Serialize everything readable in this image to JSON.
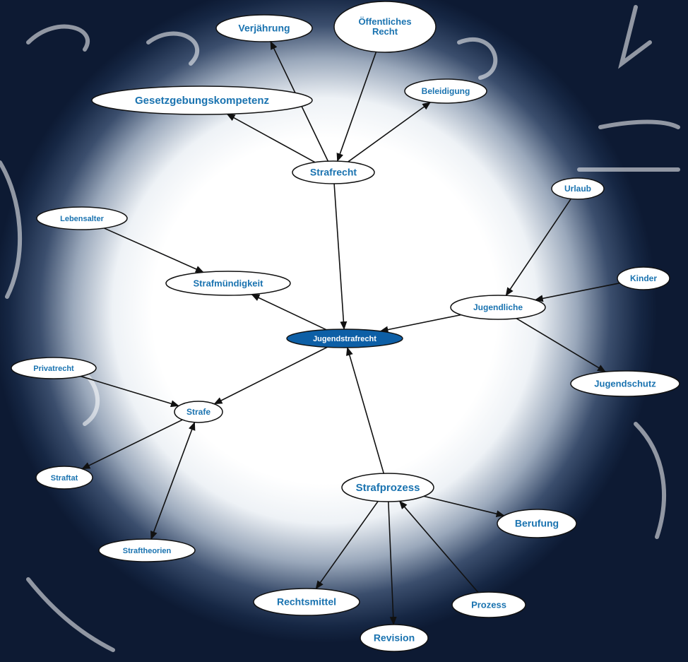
{
  "diagram": {
    "nodes": [
      {
        "id": "jugendstrafrecht",
        "label": "Jugendstrafrecht",
        "highlight": true
      },
      {
        "id": "strafrecht",
        "label": "Strafrecht"
      },
      {
        "id": "verjaehrung",
        "label": "Verjährung"
      },
      {
        "id": "oeffentliches-recht",
        "label": "Öffentliches Recht",
        "lines": [
          "Öffentliches",
          "Recht"
        ]
      },
      {
        "id": "gesetzgebungskompetenz",
        "label": "Gesetzgebungskompetenz"
      },
      {
        "id": "beleidigung",
        "label": "Beleidigung"
      },
      {
        "id": "lebensalter",
        "label": "Lebensalter"
      },
      {
        "id": "strafmuendigkeit",
        "label": "Strafmündigkeit"
      },
      {
        "id": "urlaub",
        "label": "Urlaub"
      },
      {
        "id": "kinder",
        "label": "Kinder"
      },
      {
        "id": "jugendliche",
        "label": "Jugendliche"
      },
      {
        "id": "jugendschutz",
        "label": "Jugendschutz"
      },
      {
        "id": "privatrecht",
        "label": "Privatrecht"
      },
      {
        "id": "strafe",
        "label": "Strafe"
      },
      {
        "id": "straftat",
        "label": "Straftat"
      },
      {
        "id": "straftheorien",
        "label": "Straftheorien"
      },
      {
        "id": "strafprozess",
        "label": "Strafprozess"
      },
      {
        "id": "berufung",
        "label": "Berufung"
      },
      {
        "id": "rechtsmittel",
        "label": "Rechtsmittel"
      },
      {
        "id": "revision",
        "label": "Revision"
      },
      {
        "id": "prozess",
        "label": "Prozess"
      }
    ],
    "edges": [
      {
        "from": "strafrecht",
        "to": "verjaehrung"
      },
      {
        "from": "strafrecht",
        "to": "gesetzgebungskompetenz"
      },
      {
        "from": "strafrecht",
        "to": "beleidigung"
      },
      {
        "from": "oeffentliches-recht",
        "to": "strafrecht"
      },
      {
        "from": "strafrecht",
        "to": "jugendstrafrecht"
      },
      {
        "from": "lebensalter",
        "to": "strafmuendigkeit"
      },
      {
        "from": "jugendstrafrecht",
        "to": "strafmuendigkeit"
      },
      {
        "from": "urlaub",
        "to": "jugendliche"
      },
      {
        "from": "kinder",
        "to": "jugendliche"
      },
      {
        "from": "jugendliche",
        "to": "jugendstrafrecht"
      },
      {
        "from": "jugendliche",
        "to": "jugendschutz"
      },
      {
        "from": "jugendstrafrecht",
        "to": "strafe"
      },
      {
        "from": "privatrecht",
        "to": "strafe"
      },
      {
        "from": "strafe",
        "to": "straftat"
      },
      {
        "from": "strafe",
        "to": "straftheorien",
        "bidirectional": true
      },
      {
        "from": "strafprozess",
        "to": "jugendstrafrecht"
      },
      {
        "from": "strafprozess",
        "to": "berufung"
      },
      {
        "from": "strafprozess",
        "to": "rechtsmittel"
      },
      {
        "from": "strafprozess",
        "to": "revision"
      },
      {
        "from": "prozess",
        "to": "strafprozess"
      }
    ],
    "colors": {
      "label": "#1a73b0",
      "node_fill": "#ffffff",
      "highlight_fill": "#0d5fa6",
      "highlight_label": "#ffffff",
      "edge": "#111111"
    }
  }
}
